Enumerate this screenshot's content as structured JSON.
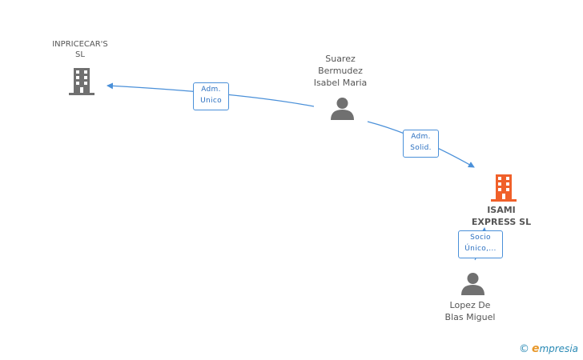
{
  "nodes": {
    "inpricecars": {
      "line1": "INPRICECAR'S",
      "line2": "SL",
      "type": "company",
      "color": "#707070",
      "icon": "building-icon"
    },
    "suarez": {
      "line1": "Suarez",
      "line2": "Bermudez",
      "line3": "Isabel Maria",
      "type": "person",
      "color": "#707070",
      "icon": "person-icon"
    },
    "isami": {
      "line1": "ISAMI",
      "line2": "EXPRESS SL",
      "type": "company",
      "color": "#f0602a",
      "icon": "building-icon"
    },
    "lopez": {
      "line1": "Lopez De",
      "line2": "Blas Miguel",
      "type": "person",
      "color": "#707070",
      "icon": "person-icon"
    }
  },
  "edges": [
    {
      "from": "suarez",
      "to": "inpricecars",
      "label_line1": "Adm.",
      "label_line2": "Unico"
    },
    {
      "from": "suarez",
      "to": "isami",
      "label_line1": "Adm.",
      "label_line2": "Solid."
    },
    {
      "from": "lopez",
      "to": "isami",
      "label_line1": "Socio",
      "label_line2": "Único,..."
    }
  ],
  "colors": {
    "edge": "#4a90d9",
    "label_text": "#2a6fc0"
  },
  "footer": {
    "copyright_symbol": "©",
    "brand_first": "e",
    "brand_rest": "mpresia"
  }
}
